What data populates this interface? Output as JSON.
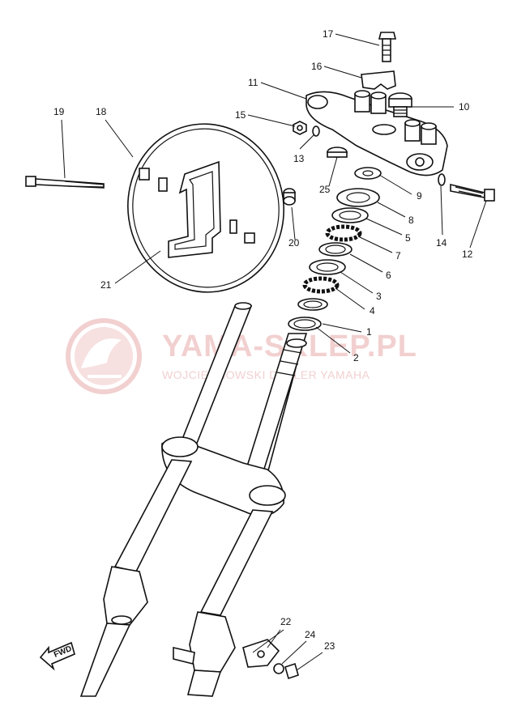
{
  "watermark": {
    "title": "YAMA-SKLEP.PL",
    "subtitle": "WOJCIECHOWSKI DEALER YAMAHA",
    "color": "#f2d0d0"
  },
  "fwd_label": "FWD",
  "callouts": [
    "1",
    "2",
    "3",
    "4",
    "5",
    "6",
    "7",
    "8",
    "9",
    "10",
    "11",
    "12",
    "13",
    "14",
    "15",
    "16",
    "17",
    "18",
    "19",
    "20",
    "21",
    "22",
    "23",
    "24",
    "25"
  ],
  "plate_number_glyph": "1"
}
